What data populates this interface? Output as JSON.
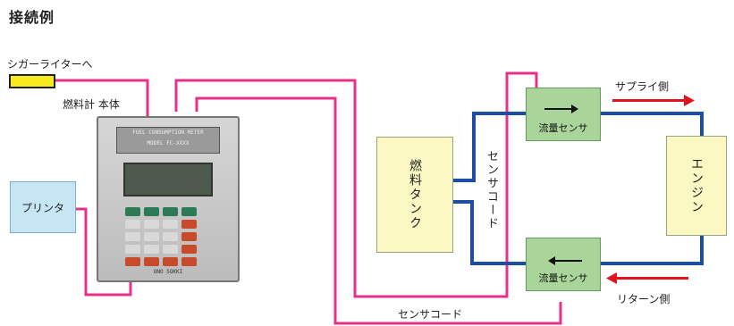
{
  "title": "接続例",
  "labels": {
    "cigarette_lighter": "シガーライターへ",
    "meter_body": "燃料計 本体",
    "printer": "プリンタ",
    "fuel_tank": "燃料タンク",
    "sensor_cord_vertical": "センサコード",
    "sensor_cord_bottom": "センサコード",
    "flow_sensor_top": "流量センサ",
    "flow_sensor_bottom": "流量センサ",
    "supply_side": "サプライ側",
    "return_side": "リターン側",
    "engine": "エンジン"
  },
  "device": {
    "header_line1": "FUEL CONSUMPTION METER",
    "header_line2": "MODEL FC-XXXX",
    "footer": "ONO SOKKI"
  },
  "colors": {
    "cord": "#e8308a",
    "fuel_line": "#1c4fa3",
    "flow_arrow": "#e0141c",
    "sensor_fill": "#a9d59a",
    "box_fill": "#fbf8c4",
    "printer_fill": "#c6e6f4",
    "lighter_fill": "#f7ea1d"
  }
}
